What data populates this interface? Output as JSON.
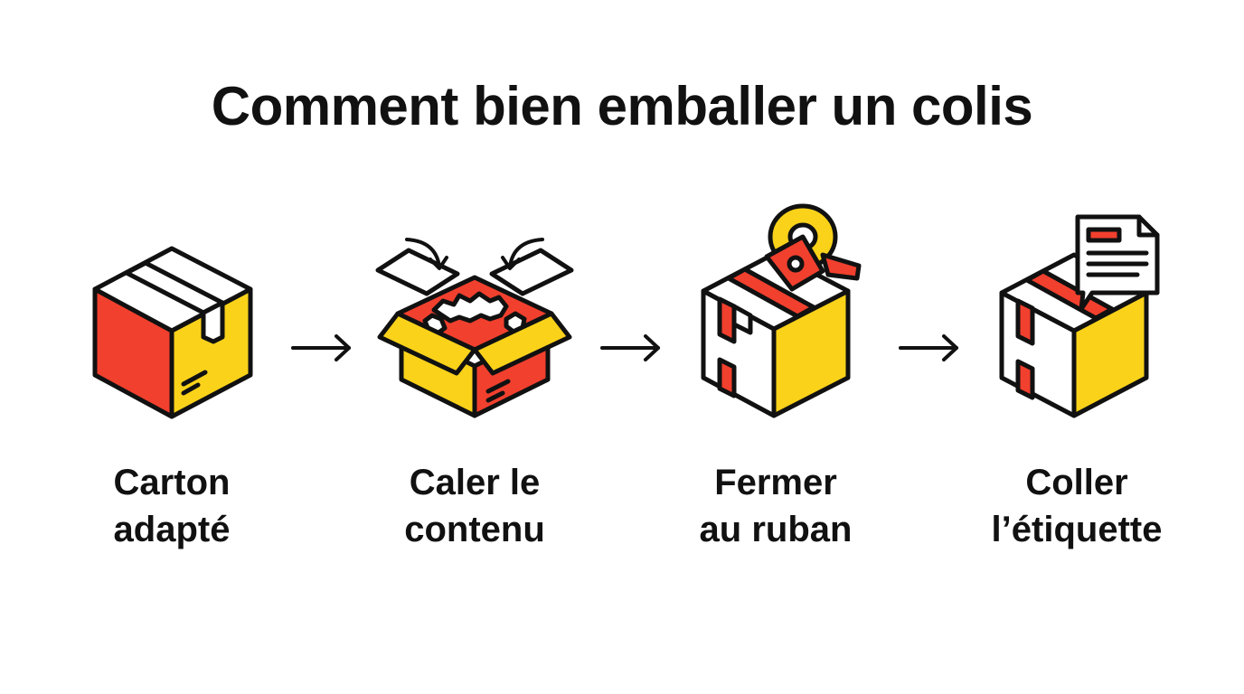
{
  "title": "Comment bien emballer un colis",
  "colors": {
    "red": "#F2402E",
    "yellow": "#FAD21A",
    "white": "#FFFFFF",
    "outline": "#111111"
  },
  "steps": [
    {
      "line1": "Carton",
      "line2": "adapté",
      "icon": "closed-box-icon"
    },
    {
      "line1": "Caler le",
      "line2": "contenu",
      "icon": "open-box-filling-icon"
    },
    {
      "line1": "Fermer",
      "line2": "au ruban",
      "icon": "tape-dispenser-box-icon"
    },
    {
      "line1": "Coller",
      "line2": "l’étiquette",
      "icon": "labeled-box-icon"
    }
  ]
}
